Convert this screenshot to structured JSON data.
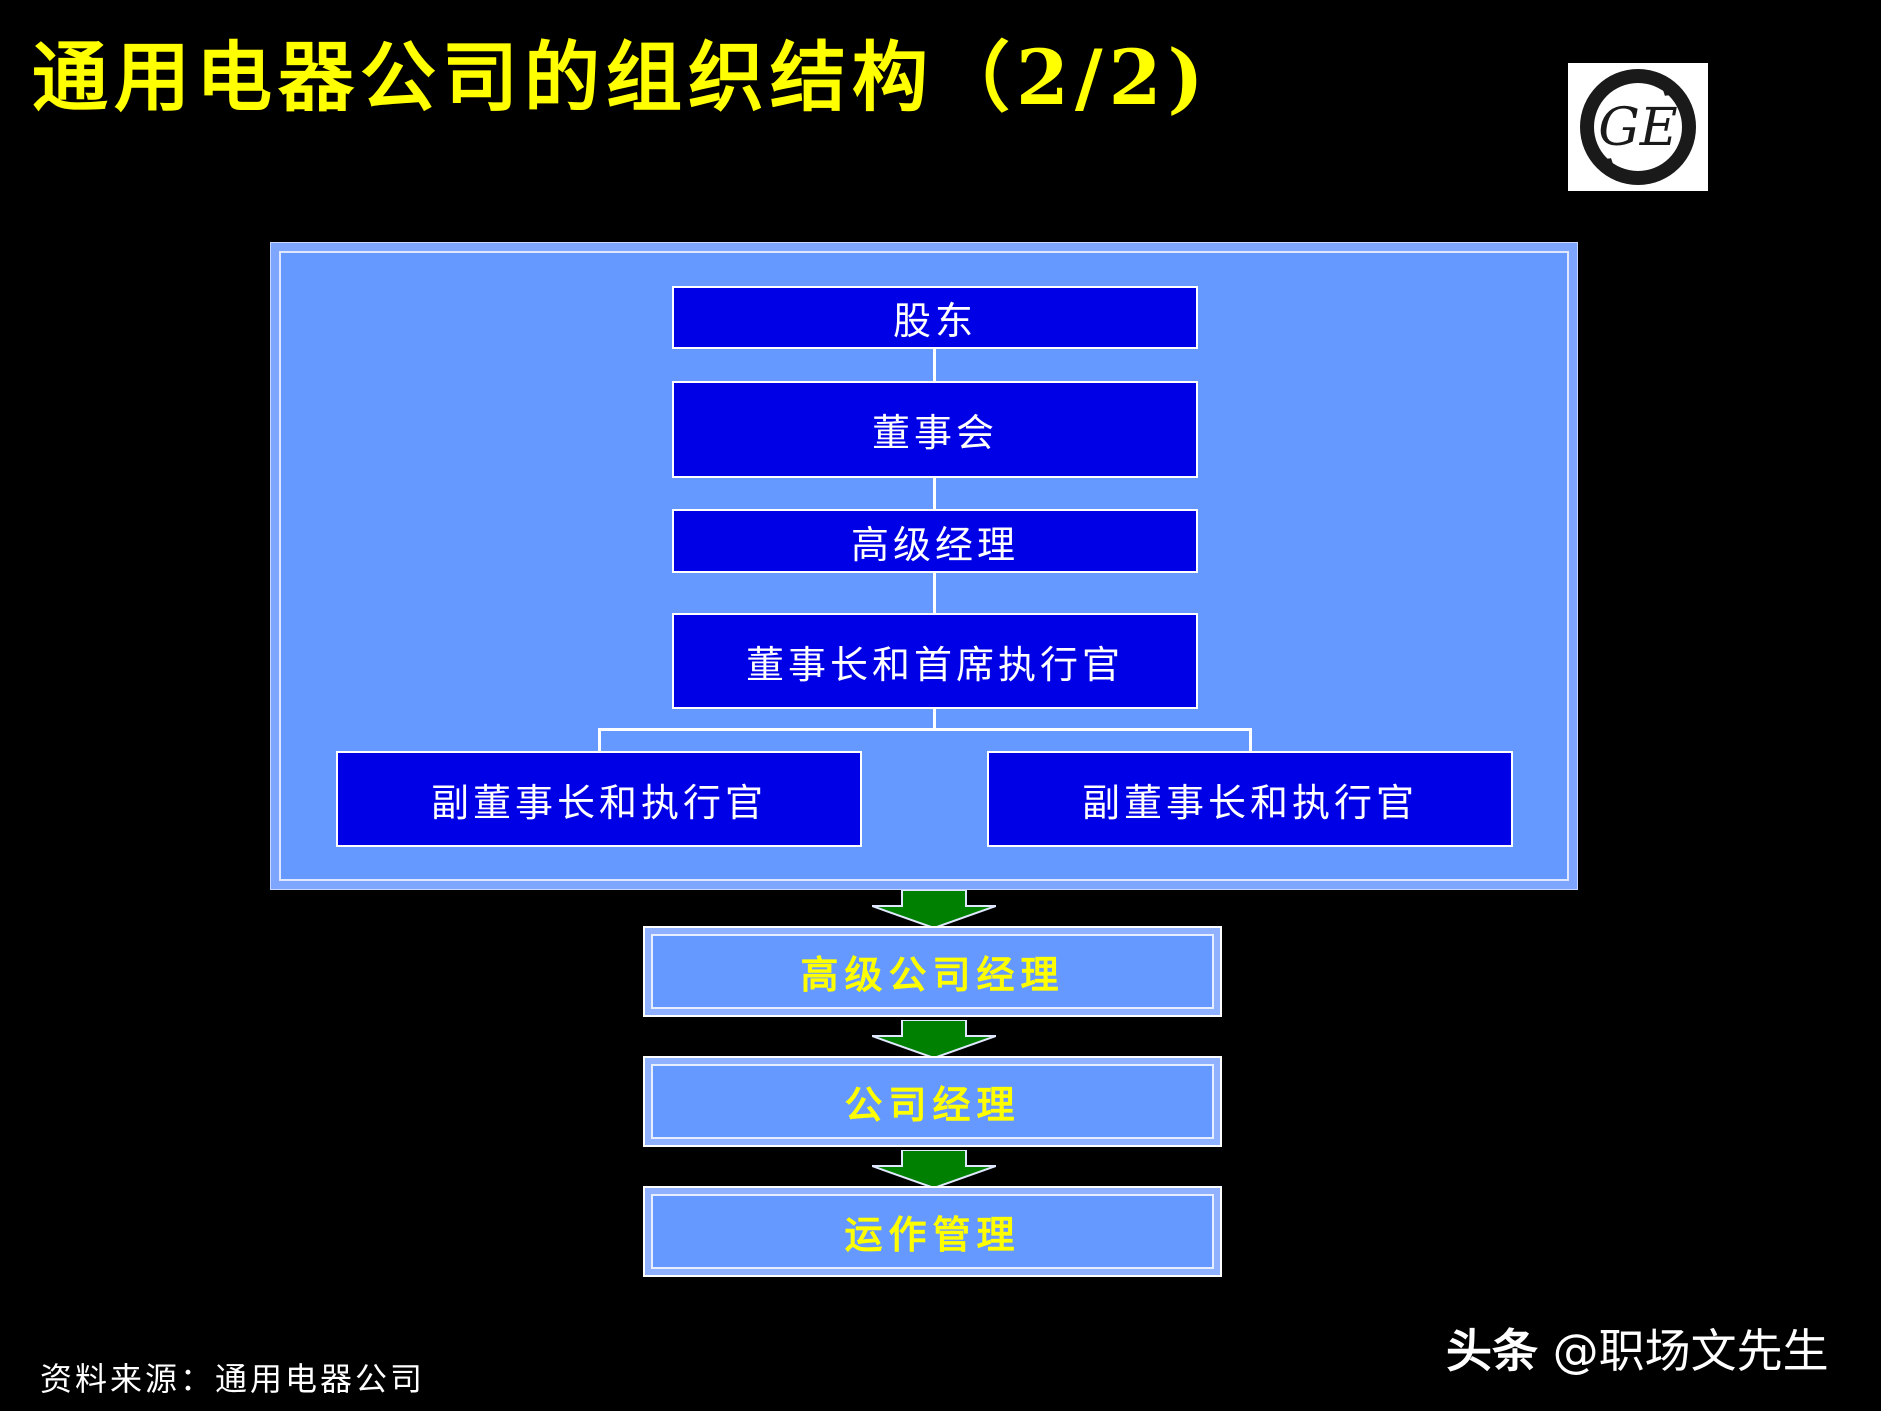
{
  "title": "通用电器公司的组织结构（2/2)",
  "logo": {
    "icon": "ge-logo-icon",
    "text": "GE"
  },
  "org": {
    "shareholders": "股东",
    "board": "董事会",
    "senior_management": "高级经理",
    "chairman_ceo": "董事长和首席执行官",
    "vice_chair_left": "副董事长和执行官",
    "vice_chair_right": "副董事长和执行官"
  },
  "stages": [
    "高级公司经理",
    "公司经理",
    "运作管理"
  ],
  "source": "资料来源：通用电器公司",
  "watermark": {
    "brand": "头条",
    "handle": "@职场文先生"
  },
  "colors": {
    "title": "#ffff00",
    "panel": "#6699ff",
    "node": "#0000e6",
    "arrow": "#008000",
    "stage_text": "#ffff00"
  }
}
